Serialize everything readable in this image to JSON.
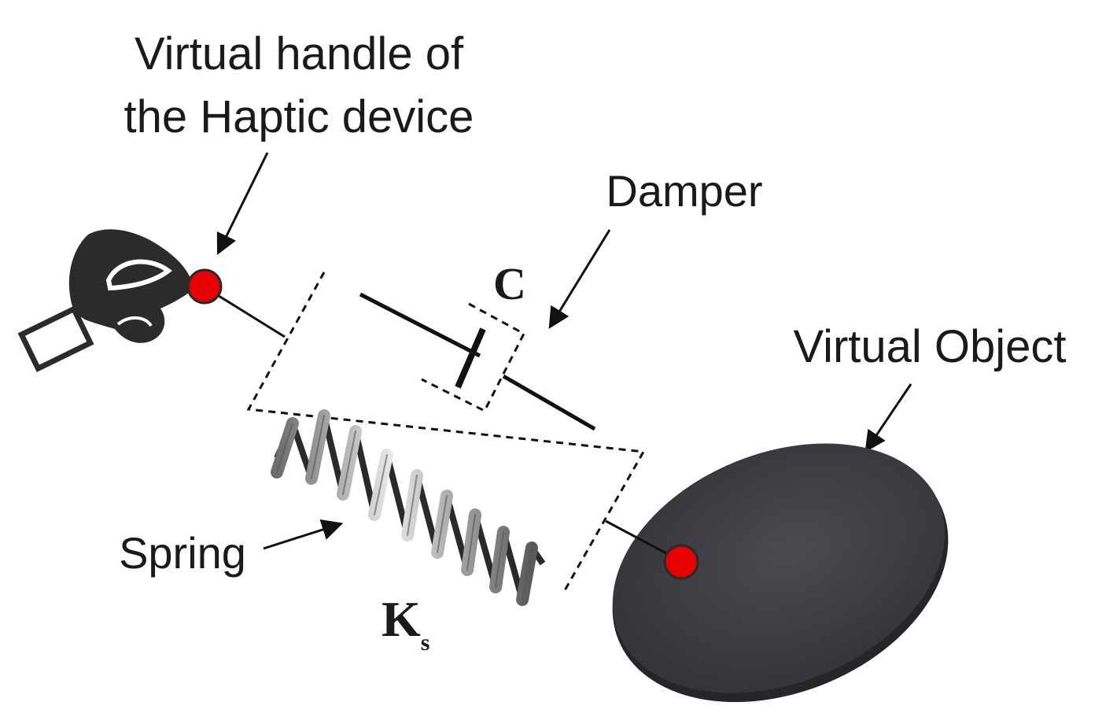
{
  "labels": {
    "handle_line1": "Virtual handle of",
    "handle_line2": "the Haptic device",
    "damper": "Damper",
    "damping_symbol": "C",
    "virtual_object": "Virtual Object",
    "spring": "Spring",
    "stiffness_symbol": "K",
    "stiffness_subscript": "s"
  },
  "colors": {
    "contact_point": "#e60000",
    "object_fill": "#3b3b40",
    "hand_fill": "#2b2b2b",
    "line": "#111111"
  },
  "icons": [
    "hand-pinch-icon",
    "contact-point-icon",
    "spring-coil-icon",
    "damper-icon",
    "disc-object-icon"
  ]
}
